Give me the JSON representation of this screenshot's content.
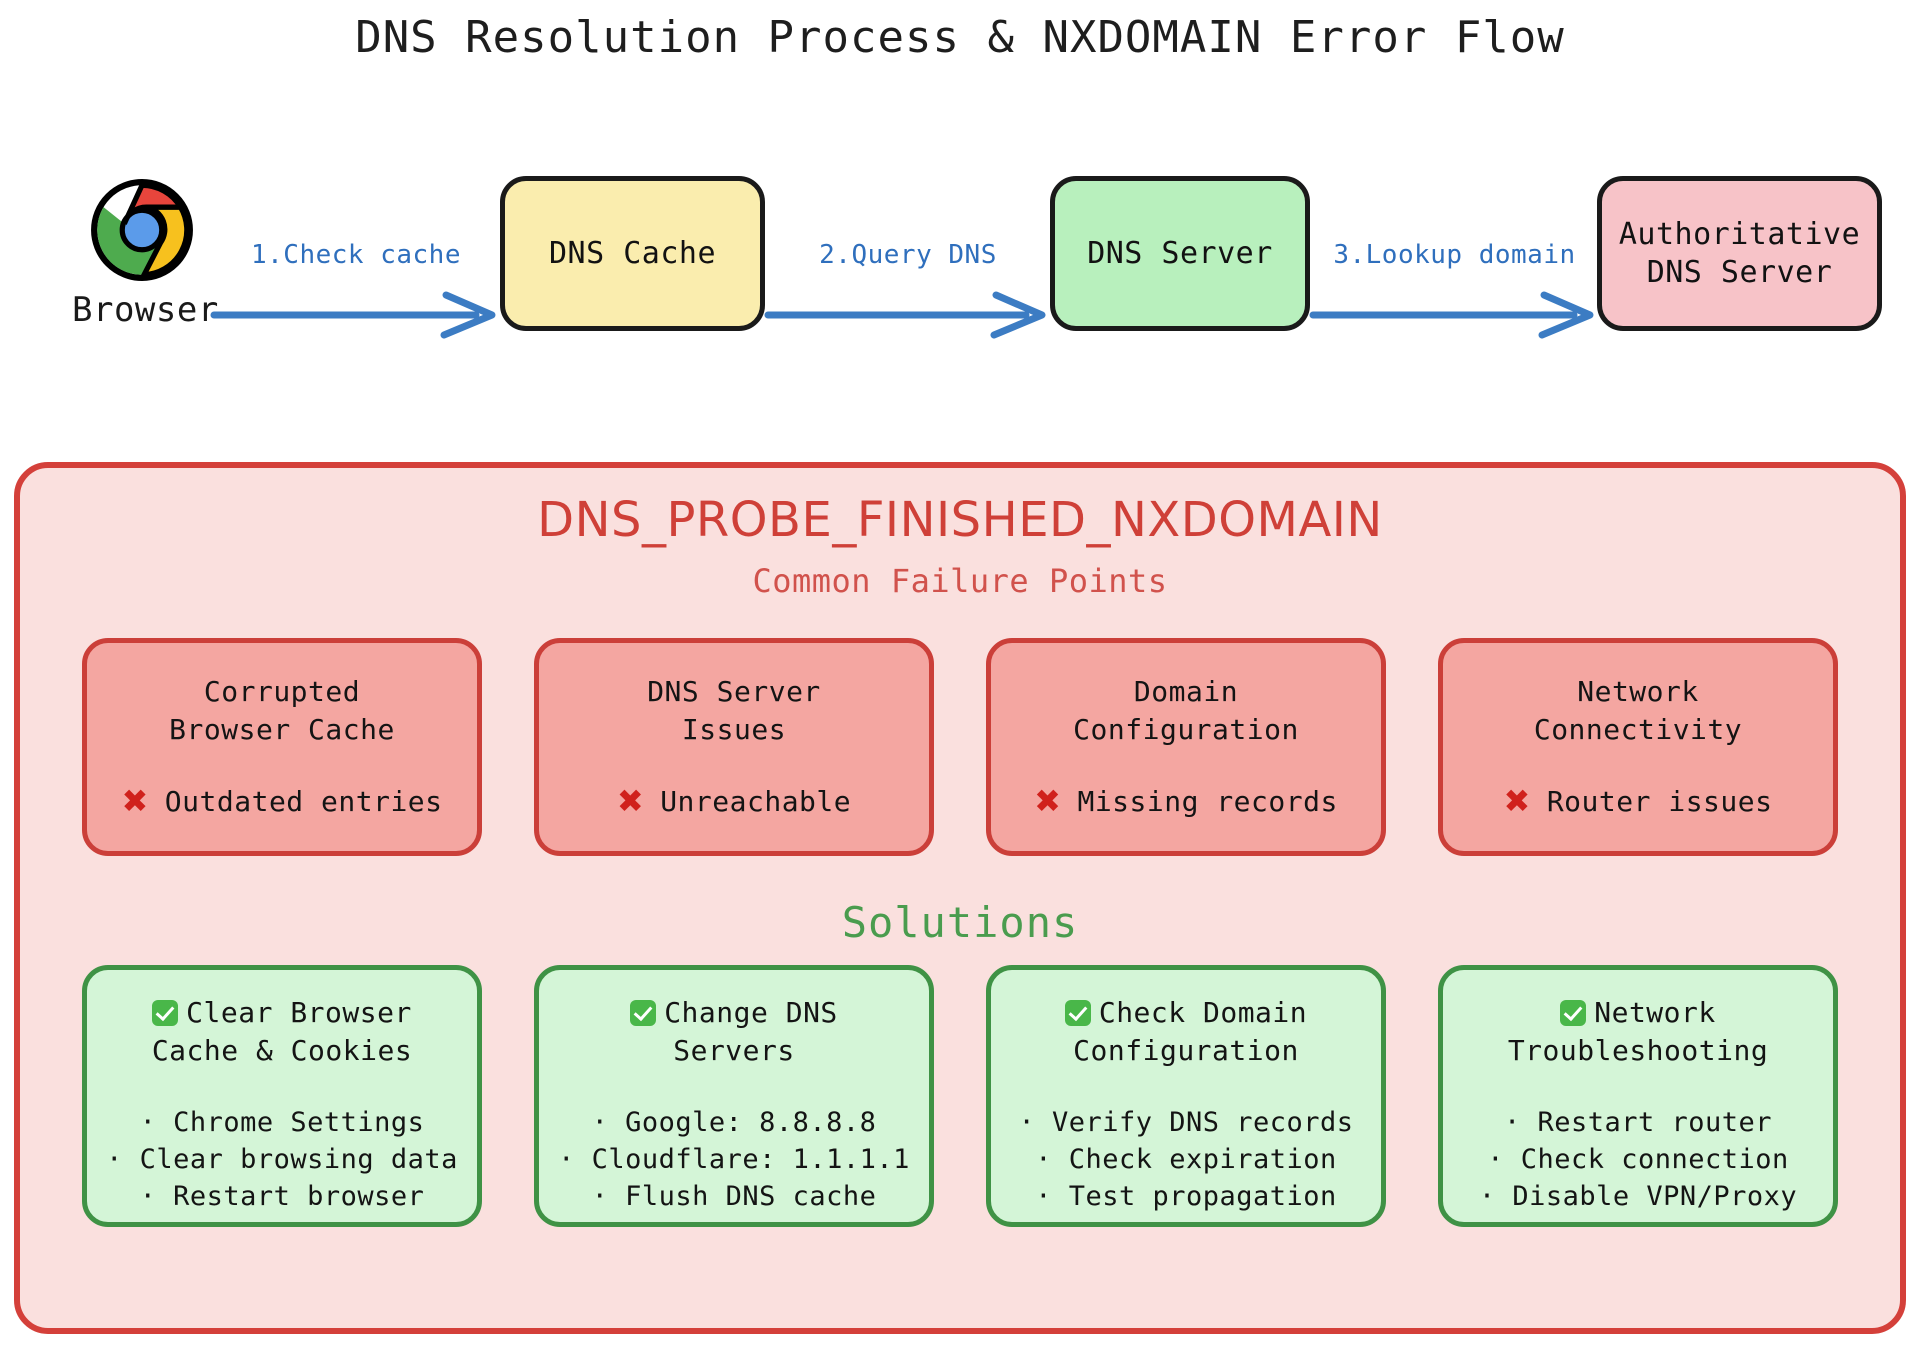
{
  "title": "DNS Resolution Process & NXDOMAIN Error Flow",
  "colors": {
    "arrow_blue": "#2f6fbd",
    "error_red": "#cf4038",
    "panel_bg": "#fae0de",
    "panel_border": "#d4403a",
    "failure_card_bg": "#f4a6a1",
    "failure_card_border": "#cb3f39",
    "solution_card_bg": "#d4f5d7",
    "solution_card_border": "#3f9245",
    "solutions_green": "#4a9c4e",
    "cache_yellow": "#faedae",
    "server_green": "#b8f0bd",
    "auth_pink": "#f7c3c8"
  },
  "flow": {
    "browser": {
      "icon": "chrome-logo-icon",
      "label": "Browser"
    },
    "nodes": [
      {
        "id": "dns-cache",
        "label": "DNS Cache"
      },
      {
        "id": "dns-server",
        "label": "DNS Server"
      },
      {
        "id": "authoritative-dns-server",
        "label": "Authoritative\nDNS Server",
        "line1": "Authoritative",
        "line2": "DNS Server"
      }
    ],
    "arrows": [
      {
        "id": "arrow-check-cache",
        "label": "1.Check cache"
      },
      {
        "id": "arrow-query-dns",
        "label": "2.Query DNS"
      },
      {
        "id": "arrow-lookup-domain",
        "label": "3.Lookup domain"
      }
    ]
  },
  "error_panel": {
    "error_code": "DNS_PROBE_FINISHED_NXDOMAIN",
    "subtitle": "Common Failure Points",
    "failures": [
      {
        "title_line1": "Corrupted",
        "title_line2": "Browser Cache",
        "icon": "x-mark-icon",
        "detail": "Outdated entries"
      },
      {
        "title_line1": "DNS Server",
        "title_line2": "Issues",
        "icon": "x-mark-icon",
        "detail": "Unreachable"
      },
      {
        "title_line1": "Domain",
        "title_line2": "Configuration",
        "icon": "x-mark-icon",
        "detail": "Missing records"
      },
      {
        "title_line1": "Network",
        "title_line2": "Connectivity",
        "icon": "x-mark-icon",
        "detail": "Router issues"
      }
    ],
    "solutions_heading": "Solutions",
    "solutions": [
      {
        "icon": "check-mark-icon",
        "title_line1": "Clear Browser",
        "title_line2": "Cache & Cookies",
        "steps": [
          "· Chrome Settings",
          "· Clear browsing data",
          "· Restart browser"
        ]
      },
      {
        "icon": "check-mark-icon",
        "title_line1": "Change DNS",
        "title_line2": "Servers",
        "steps": [
          "· Google: 8.8.8.8",
          "· Cloudflare: 1.1.1.1",
          "· Flush DNS cache"
        ]
      },
      {
        "icon": "check-mark-icon",
        "title_line1": "Check Domain",
        "title_line2": "Configuration",
        "steps": [
          "· Verify DNS records",
          "· Check expiration",
          "· Test propagation"
        ]
      },
      {
        "icon": "check-mark-icon",
        "title_line1": "Network",
        "title_line2": "Troubleshooting",
        "steps": [
          "· Restart router",
          "· Check connection",
          "· Disable VPN/Proxy"
        ]
      }
    ]
  }
}
